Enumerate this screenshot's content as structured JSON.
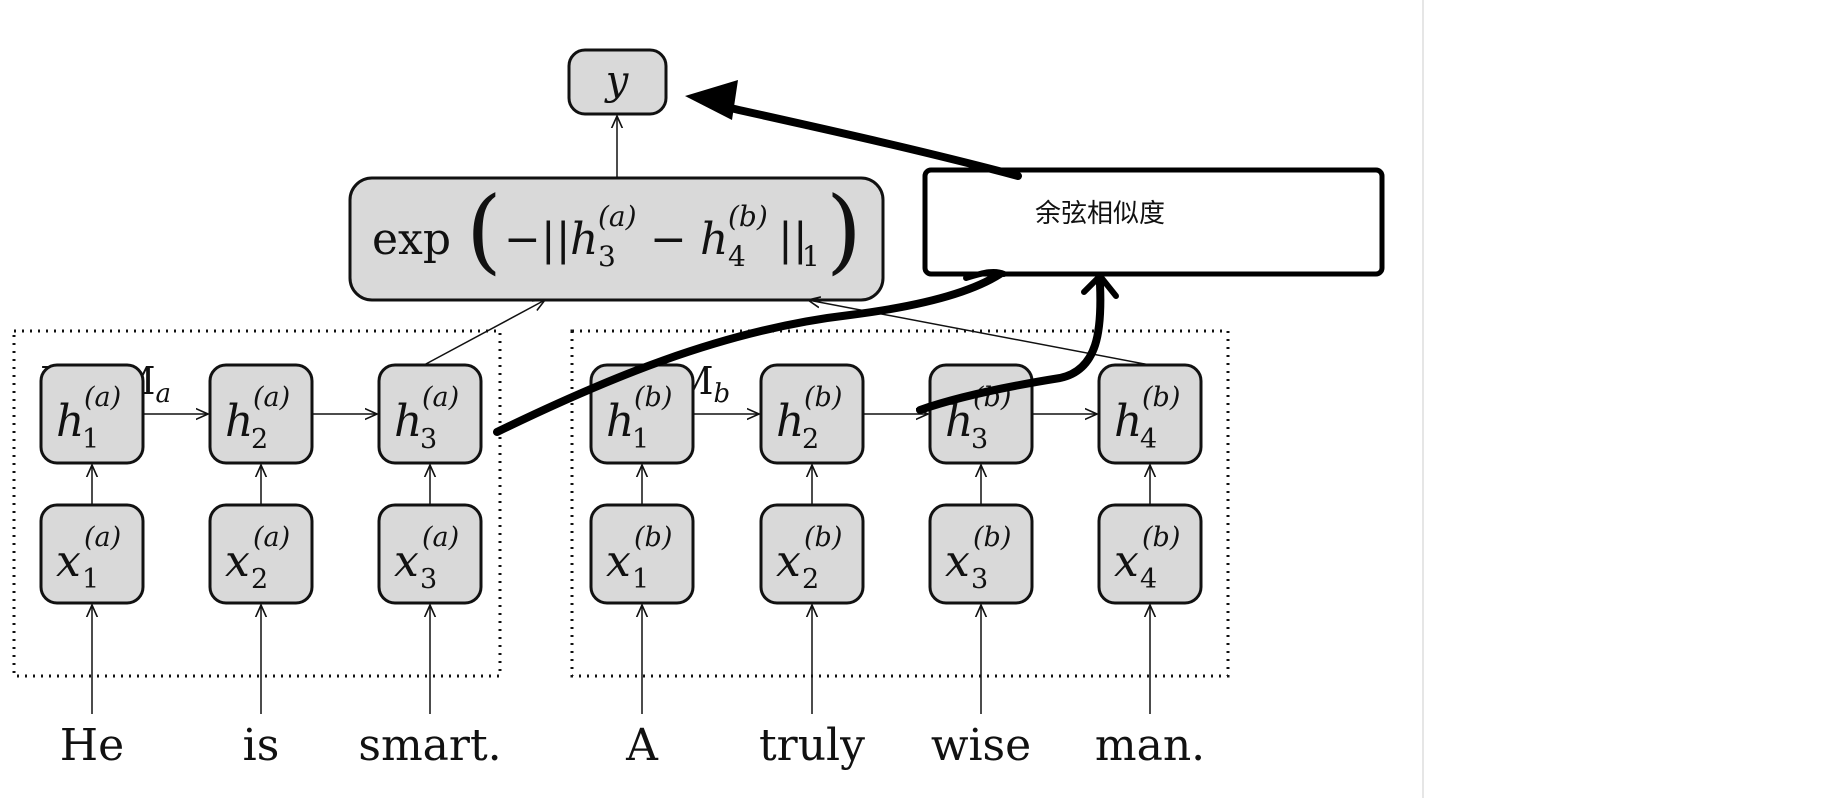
{
  "diagram": {
    "output_label": "y",
    "similarity": {
      "fn": "exp",
      "h_a": "h",
      "h_a_sub": "3",
      "h_a_sup": "(a)",
      "h_b": "h",
      "h_b_sub": "4",
      "h_b_sup": "(b)",
      "norm_sub": "1"
    },
    "annotation": "余弦相似度",
    "lstm_a": {
      "label": "LSTM",
      "label_sub": "a",
      "hidden": [
        {
          "sym": "h",
          "sub": "1",
          "sup": "(a)"
        },
        {
          "sym": "h",
          "sub": "2",
          "sup": "(a)"
        },
        {
          "sym": "h",
          "sub": "3",
          "sup": "(a)"
        }
      ],
      "inputs": [
        {
          "sym": "x",
          "sub": "1",
          "sup": "(a)"
        },
        {
          "sym": "x",
          "sub": "2",
          "sup": "(a)"
        },
        {
          "sym": "x",
          "sub": "3",
          "sup": "(a)"
        }
      ],
      "words": [
        "He",
        "is",
        "smart."
      ]
    },
    "lstm_b": {
      "label": "LSTM",
      "label_sub": "b",
      "hidden": [
        {
          "sym": "h",
          "sub": "1",
          "sup": "(b)"
        },
        {
          "sym": "h",
          "sub": "2",
          "sup": "(b)"
        },
        {
          "sym": "h",
          "sub": "3",
          "sup": "(b)"
        },
        {
          "sym": "h",
          "sub": "4",
          "sup": "(b)"
        }
      ],
      "inputs": [
        {
          "sym": "x",
          "sub": "1",
          "sup": "(b)"
        },
        {
          "sym": "x",
          "sub": "2",
          "sup": "(b)"
        },
        {
          "sym": "x",
          "sub": "3",
          "sup": "(b)"
        },
        {
          "sym": "x",
          "sub": "4",
          "sup": "(b)"
        }
      ],
      "words": [
        "A",
        "truly",
        "wise",
        "man."
      ]
    }
  },
  "colors": {
    "node_fill": "#d9d9d9",
    "node_stroke": "#111111",
    "annotation_ink": "#000000",
    "divider": "#e6e6e6"
  }
}
